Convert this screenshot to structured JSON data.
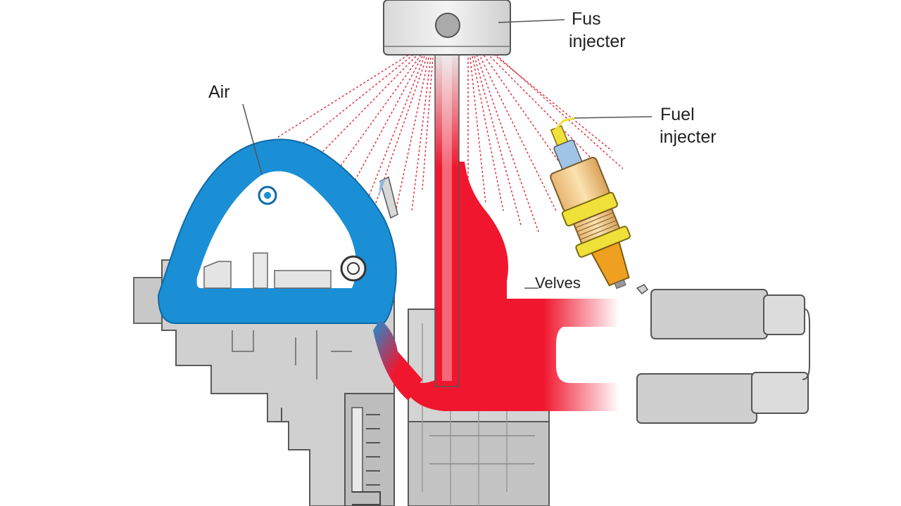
{
  "labels": {
    "air": "Air",
    "fus_injector_line1": "Fus",
    "fus_injector_line2": "injecter",
    "fuel_injector_line1": "Fuel",
    "fuel_injector_line2": "injecter",
    "valves": "Velves"
  },
  "colors": {
    "air_duct": "#1a8fd6",
    "hot_duct": "#f0162e",
    "spray": "#e0283a",
    "engine_body": "#cfcfcf",
    "engine_outline": "#555555",
    "injector_body": "#f2c98a",
    "injector_collar": "#f0e03a",
    "injector_tip": "#f0a020",
    "background": "#ffffff"
  },
  "icons": {
    "air_nozzle": "nozzle-icon",
    "spark_tip": "spark-icon"
  }
}
